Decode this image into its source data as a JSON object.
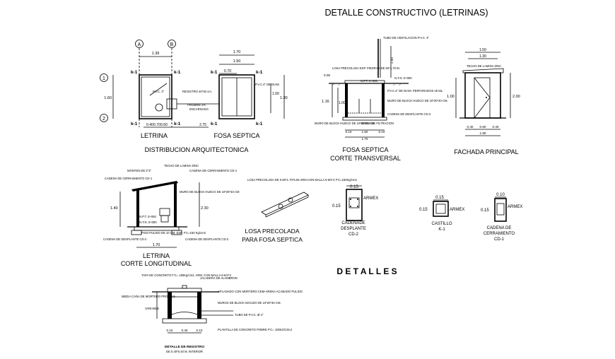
{
  "title": "DETALLE CONSTRUCTIVO (LETRINAS)",
  "detalles_heading": "D E T A L L E S",
  "planta": {
    "letrina_label": "LETRINA",
    "fosa_label": "FOSA SEPTICA",
    "caption": "DISTRIBUCION ARQUITECTONICA",
    "axis_a": "A",
    "axis_b": "B",
    "axis_1": "1",
    "axis_2": "2",
    "k1": "k-1",
    "dim_170": "1.70",
    "dim_139": "1.39",
    "dim_150": "1.50",
    "dim_070": "0.70",
    "dim_160": "1.60",
    "dim_130": "1.30",
    "dim_100": "1.00",
    "dim_040": "0.40",
    "dim_070b": "0.70",
    "dim_060": "0.60",
    "dim_275": "2.75",
    "note_registro": "REGISTRO 40*40 cm.",
    "note_pvc2": "P.V.C. 2\"",
    "note_pendiente": "Pendiente 2%",
    "note_pvc4": "P.V.C.4\" DE DIAM.",
    "note_fondo": "ENCARNADO"
  },
  "corte_transversal": {
    "tubo": "TUBO DE VENTILACION P.V.C. 4\"",
    "losa": "LOSA PRECOLADA ESP. PIEDRAS DE 50*1.70 M.",
    "npt": "N.P.T. 0+000",
    "ntn": "N.T.N. 0+000",
    "pvc": "P.V.C.4\" DE DIAM. PERFORADOS 45 ML.",
    "muro": "MURO DE BLOCK HUECO DE 10*20*40 CM.",
    "cadena": "CADENA DE DESPLANTE CD-2",
    "muro2": "MURO DE BLOCK HUECO DE 10*20*40 CM.",
    "arena": "ARENA DE FILTRACION",
    "dim_200": "2.00",
    "dim_008": "0.08",
    "dim_116": "1.16",
    "dim_100": "1.00",
    "dim_010a": "0.10",
    "dim_150": "1.50",
    "dim_010b": "0.10",
    "dim_170": "1.70",
    "caption1": "FOSA SEPTICA",
    "caption2": "CORTE TRANSVERSAL"
  },
  "fachada": {
    "techo": "TECHO DE LAMINA ZINC",
    "dim_150": "1.50",
    "dim_130": "1.30",
    "dim_200": "2.00",
    "dim_100": "1.00",
    "dim_060": "0.60",
    "dim_040": "0.40",
    "dim_190": "1.90",
    "caption": "FACHADA PRINCIPAL"
  },
  "corte_longitudinal": {
    "techo": "TECHO DE LAMINA ZINC",
    "monten": "MONTEN DE 2\"3\"",
    "cadena_cerr": "CADENA DE CERRAMIENTO CD-1",
    "cadena_cerr2": "CADENA DE CERRAMIENTO CD-1",
    "muro": "MURO DE BLOCK HUECO DE 10*20*40 CM",
    "piso": "PISO PULIDO DE 10 CM. ESP. F'C=150 Kg/cm2",
    "cadena_desp": "CADENA DE DESPLANTE CD-2",
    "cadena_desp2": "CADENA DE DESPLANTE CD-2",
    "npt": "N.P.T. 0+050",
    "ntn": "N.T.N. 0+000",
    "dim_140": "1.40",
    "dim_230": "2.30",
    "dim_170": "1.70",
    "caption1": "LETRINA",
    "caption2": "CORTE LONGITUDINAL"
  },
  "losa_precolada": {
    "note": "LOSA PRECOLADA DE 0.50*1.70*5.05 ARM.CON MALLA 6-6/4*4 F'C=150Kg/cm2",
    "caption1": "LOSA PRECOLADA",
    "caption2": "PARA FOSA SEPTICA"
  },
  "cd2": {
    "w": "0.15",
    "h": "0.15",
    "armex": "ARMEX",
    "caption1": "CADENADE",
    "caption2": "DESPLANTE",
    "caption3": "CD-2"
  },
  "k1sec": {
    "w": "0.15",
    "h": "0.15",
    "armex": "ARMEX",
    "caption1": "CASTILLO",
    "caption2": "K-1"
  },
  "cd1": {
    "w": "0.10",
    "h": "0.15",
    "armex": "ARMEX",
    "caption1": "CADENA DE",
    "caption2": "CERRAMIENTO",
    "caption3": "CD-1"
  },
  "registro": {
    "tapa": "TAPA DE CONCRETO F'C= 150Kg/cm2. ARM. CON MALLA 6-6/4*4",
    "jaladera": "JALADERA DE ALAMBRON",
    "aplanado": "APLANADO CON MORTERO CEM-ARENA ACABADO PULIDO",
    "media_cana": "MEDIA CAÑA DE MORTERO PROP. 1:5",
    "variable": "VARIABLE",
    "muros": "MUROS DE BLOCK MACIZO DE 10*20*40 CM.",
    "tubo": "TUBO DE P.V.C. Ø 4\"",
    "plantilla": "PLANTILLA DE CONCRETO POBRE F'C= 100KG/CM.2",
    "dim_010a": "0.10",
    "dim_040": "0.40",
    "dim_010b": "0.10",
    "caption1": "DETALLE DE REGISTRO",
    "caption2": "DE 0.40*0.40 M. INTERIOR"
  }
}
